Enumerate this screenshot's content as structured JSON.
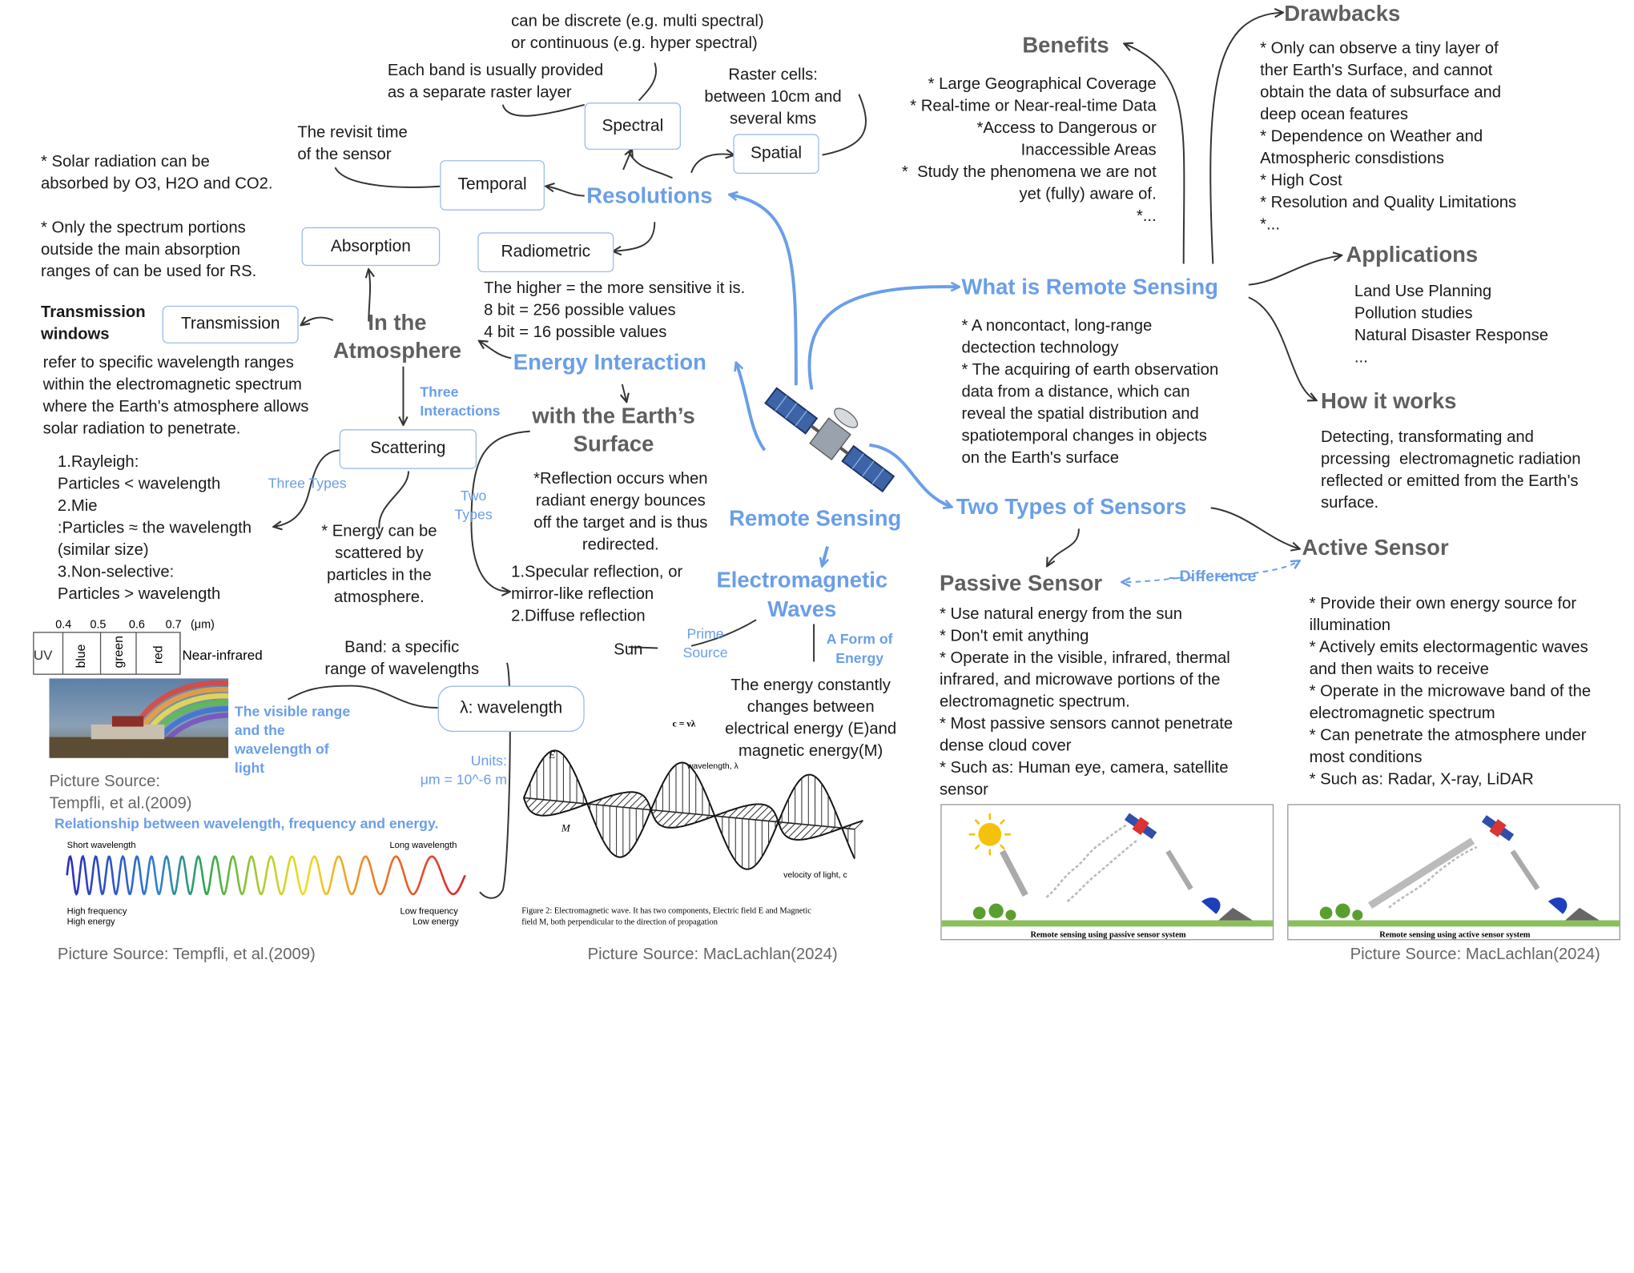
{
  "center": {
    "title": "Remote Sensing"
  },
  "what": {
    "title": "What is Remote Sensing",
    "desc": "* A noncontact, long-range\ndectection technology\n* The acquiring of earth observation\ndata from a distance, which can\nreveal the spatial distribution and\nspatiotemporal changes in objects\non the Earth's surface"
  },
  "benefits": {
    "title": "Benefits",
    "desc": "* Large Geographical Coverage\n* Real-time or Near-real-time Data\n*Access to Dangerous or\nInaccessible Areas\n*  Study the phenomena we are not\nyet (fully) aware of.\n*..."
  },
  "drawbacks": {
    "title": "Drawbacks",
    "desc": "* Only can observe a tiny layer of\nther Earth's Surface, and cannot\nobtain the data of subsurface and\ndeep ocean features\n* Dependence on Weather and\nAtmospheric consdistions\n* High Cost\n* Resolution and Quality Limitations\n*..."
  },
  "applications": {
    "title": "Applications",
    "desc": "Land Use Planning\nPollution studies\nNatural Disaster Response\n..."
  },
  "how": {
    "title": "How it works",
    "desc": "Detecting, transformating and\nprcessing  electromagnetic radiation\nreflected or emitted from the Earth's\nsurface."
  },
  "sensors": {
    "title": "Two Types of Sensors",
    "difference": "Difference",
    "passive": {
      "title": "Passive Sensor",
      "desc": "* Use natural energy from the sun\n* Don't emit anything\n* Operate in the visible, infrared, thermal\ninfrared, and microwave portions of the\nelectromagnetic spectrum.\n* Most passive sensors cannot penetrate\ndense cloud cover\n* Such as: Human eye, camera, satellite\nsensor",
      "caption": "Remote sensing using passive sensor system"
    },
    "active": {
      "title": "Active Sensor",
      "desc": "* Provide their own energy source for\nillumination\n* Actively emits electormagentic waves\nand then waits to receive\n* Operate in the microwave band of the\nelectromagnetic spectrum\n* Can penetrate the atmosphere under\nmost conditions\n* Such as: Radar, X-ray, LiDAR",
      "caption": "Remote sensing using active sensor system"
    }
  },
  "resolutions": {
    "title": "Resolutions",
    "spectral": "Spectral",
    "spectral_note1": "can be discrete (e.g. multi spectral)\nor continuous (e.g. hyper spectral)",
    "spectral_note2": "Each band is usually provided\nas a separate raster layer",
    "spatial": "Spatial",
    "spatial_note": "Raster cells:\nbetween 10cm and\nseveral kms",
    "temporal": "Temporal",
    "temporal_note": "The revisit time\nof the sensor",
    "radiometric": "Radiometric",
    "radiometric_note": "The higher = the more sensitive it is.\n8 bit = 256 possible values\n4 bit = 16 possible values"
  },
  "energy": {
    "title": "Energy Interaction",
    "atmosphere": "In the\nAtmosphere",
    "surface": "with the Earth’s\nSurface",
    "three_interactions": "Three\nInteractions",
    "absorption": "Absorption",
    "absorption_note": "* Solar radiation can be\nabsorbed by O3, H2O and CO2.\n\n* Only the spectrum portions\noutside the main absorption\nranges of can be used for RS.",
    "transmission": "Transmission",
    "transmission_label": "Transmission\nwindows",
    "transmission_note": "refer to specific wavelength ranges\nwithin the electromagnetic spectrum\nwhere the Earth's atmosphere allows\nsolar radiation to penetrate.",
    "scattering": "Scattering",
    "three_types": "Three Types",
    "scattering_types": "1.Rayleigh:\nParticles < wavelength\n2.Mie\n:Particles ≈ the wavelength\n(similar size)\n3.Non-selective:\nParticles > wavelength",
    "scattering_note": "* Energy can be\nscattered by\nparticles in the\natmosphere.",
    "reflection_note": "*Reflection occurs when\nradiant energy bounces\noff the target and is thus\nredirected.",
    "two_types": "Two\nTypes",
    "reflection_types": "1.Specular reflection, or\nmirror-like reflection\n2.Diffuse reflection"
  },
  "em": {
    "title": "Electromagnetic\nWaves",
    "sun": "Sun",
    "prime_source": "Prime\nSource",
    "form_of_energy": "A Form of\nEnergy",
    "energy_note": "The energy constantly\nchanges between\nelectrical energy (E)and\nmagnetic energy(M)",
    "wavelength": "λ: wavelength",
    "band_note": "Band: a specific\nrange of wavelengths",
    "units": "Units:\nμm = 10^-6 m",
    "visible_note": "The visible range\nand the\nwavelength of\nlight",
    "relationship": "Relationship between wavelength, frequency and energy."
  },
  "spectrum": {
    "ticks": [
      "0.4",
      "0.5",
      "0.6",
      "0.7",
      "(μm)"
    ],
    "uv": "UV",
    "bands": [
      "blue",
      "green",
      "red"
    ],
    "nir": "Near-infrared"
  },
  "wave_figure": {
    "short": "Short wavelength",
    "long": "Long wavelength",
    "high": "High frequency\nHigh energy",
    "low": "Low frequency\nLow energy",
    "formula": "c = νλ",
    "e_label": "E",
    "m_label": "M",
    "wl_label": "wavelength, λ",
    "velocity": "velocity of light, c",
    "caption": "Figure 2:  Electromagnetic wave. It has two components, Electric field E and Magnetic\nfield M, both perpendicular to the direction of propagation"
  },
  "sources": {
    "tempfli_multi": "Picture Source:\nTempfli, et al.(2009)",
    "tempfli": "Picture Source: Tempfli, et al.(2009)",
    "maclachlan_mid": "Picture Source: MacLachlan(2024)",
    "maclachlan_right": "Picture Source: MacLachlan(2024)"
  },
  "colors": {
    "accent": "#6a9ee8",
    "heading_grey": "#5f5f5f",
    "box_border": "#9dbce8"
  }
}
